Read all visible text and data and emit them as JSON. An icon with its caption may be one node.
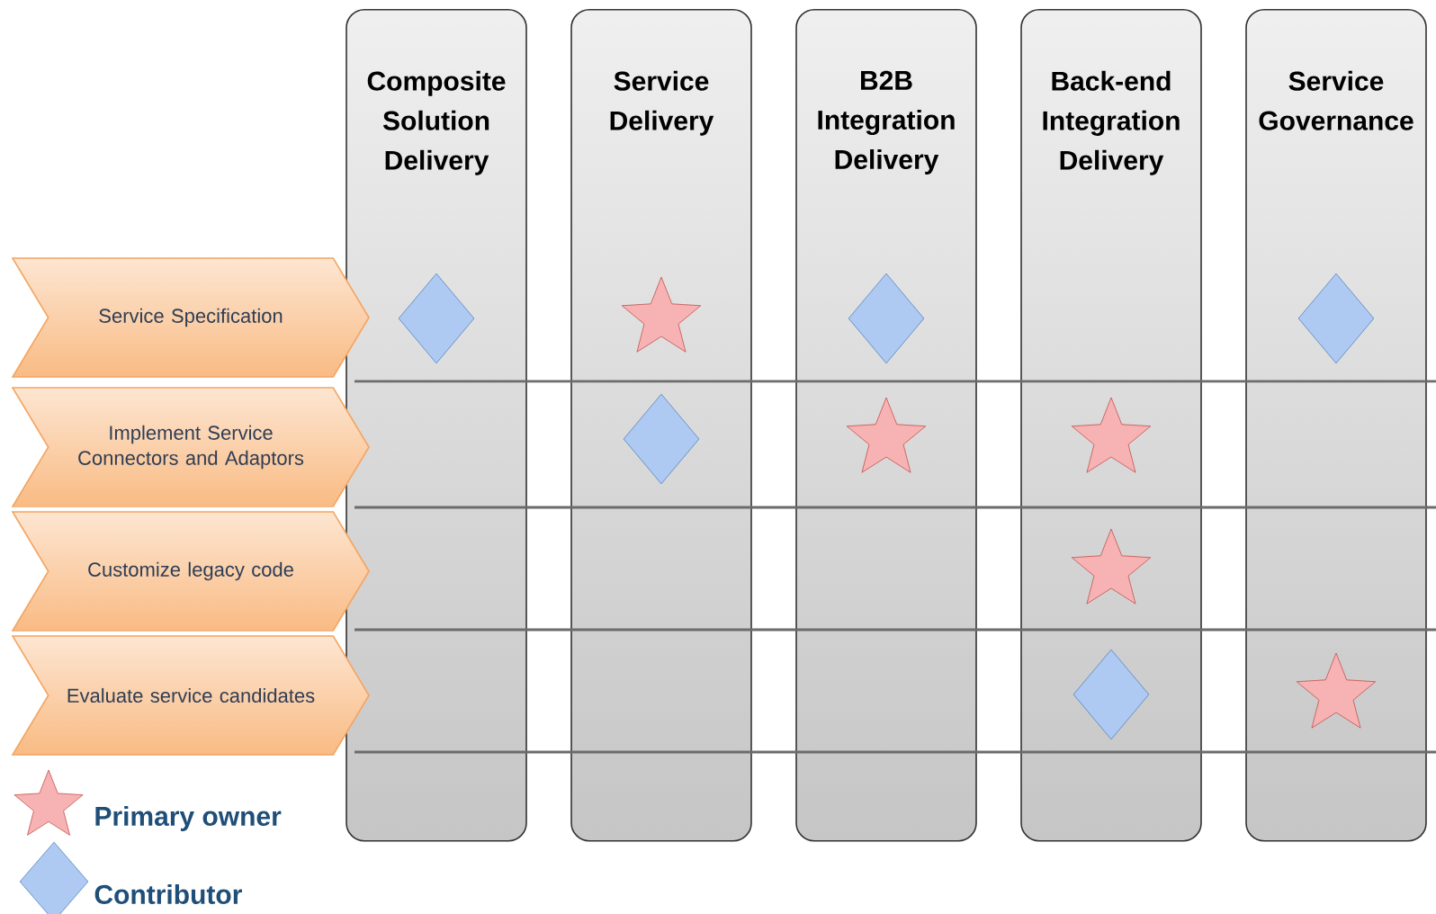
{
  "diagram": {
    "nodes": [
      {
        "text": [
          "Composite Solution Delivery"
        ]
      },
      {
        "text": [
          "Service Delivery"
        ]
      },
      {
        "text": [
          "B2B Integration Delivery"
        ]
      },
      {
        "text": [
          "Back-end Integration Delivery"
        ]
      },
      {
        "text": [
          "Service Governance"
        ]
      },
      {
        "text": [
          "Service Specification"
        ]
      },
      {
        "text": [
          "Implement Service Connectors and Adaptors"
        ]
      },
      {
        "text": [
          "Customize legacy code"
        ]
      },
      {
        "text": [
          "Evaluate service candidates"
        ]
      },
      {
        "text": [],
        "shape": "diamond",
        "in": 0
      },
      {
        "text": [],
        "shape": "star",
        "in": 1
      },
      {
        "text": [],
        "shape": "diamond",
        "in": 1
      },
      {
        "text": [],
        "shape": "diamond",
        "in": 2
      },
      {
        "text": [],
        "shape": "star",
        "in": 2
      },
      {
        "text": [],
        "shape": "star",
        "in": 3
      },
      {
        "text": [],
        "shape": "star",
        "in": 3
      },
      {
        "text": [],
        "shape": "diamond",
        "in": 3
      },
      {
        "text": [],
        "shape": "diamond",
        "in": 4
      },
      {
        "text": [],
        "shape": "star",
        "in": 4
      }
    ],
    "legend": [
      {
        "text": "Primary owner"
      },
      {
        "text": "Contributor"
      }
    ]
  }
}
